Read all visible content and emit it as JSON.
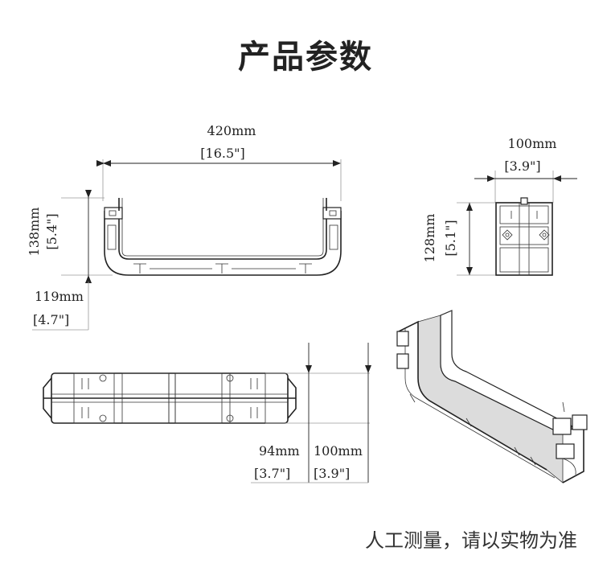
{
  "title": "产品参数",
  "footer_note": "人工测量，请以实物为准",
  "dimensions": {
    "front_width_mm": "420mm",
    "front_width_in": "[16.5\"]",
    "front_height_mm": "138mm",
    "front_height_in": "[5.4\"]",
    "front_inner_mm": "119mm",
    "front_inner_in": "[4.7\"]",
    "side_width_mm": "100mm",
    "side_width_in": "[3.9\"]",
    "side_height_mm": "128mm",
    "side_height_in": "[5.1\"]",
    "top_a_mm": "94mm",
    "top_a_in": "[3.7\"]",
    "top_b_mm": "100mm",
    "top_b_in": "[3.9\"]"
  }
}
